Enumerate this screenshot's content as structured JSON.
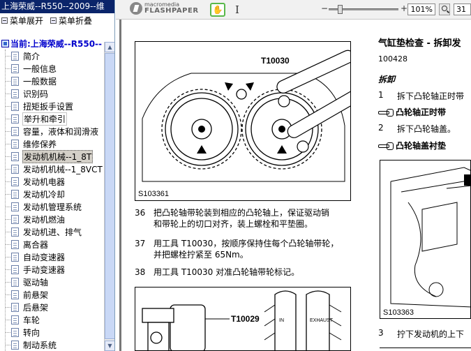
{
  "window": {
    "title": "上海荣威--R550--2009--维"
  },
  "menu_ops": {
    "expand": "菜单展开",
    "collapse": "菜单折叠"
  },
  "tree": {
    "current": "当前:上海荣威--R550--",
    "items": [
      {
        "label": "简介"
      },
      {
        "label": "一般信息"
      },
      {
        "label": "一般数据"
      },
      {
        "label": "识别码"
      },
      {
        "label": "扭矩扳手设置"
      },
      {
        "label": "举升和牵引"
      },
      {
        "label": "容量，液体和润滑液"
      },
      {
        "label": "维修保养"
      },
      {
        "label": "发动机机械--1_8T"
      },
      {
        "label": "发动机机械--1_8VCT"
      },
      {
        "label": "发动机电器"
      },
      {
        "label": "发动机冷却"
      },
      {
        "label": "发动机管理系统"
      },
      {
        "label": "发动机燃油"
      },
      {
        "label": "发动机进、排气"
      },
      {
        "label": "离合器"
      },
      {
        "label": "自动变速器"
      },
      {
        "label": "手动变速器"
      },
      {
        "label": "驱动轴"
      },
      {
        "label": "前悬架"
      },
      {
        "label": "后悬架"
      },
      {
        "label": "车轮"
      },
      {
        "label": "转向"
      },
      {
        "label": "制动系统"
      }
    ],
    "selected_index": 8,
    "boxed_index": 5
  },
  "toolbar": {
    "brand_top": "macromedia",
    "brand_bottom": "FLASHPAPER",
    "hand_glyph": "✋",
    "text_glyph": "I",
    "zoom_minus": "−",
    "zoom_plus": "+",
    "zoom": "101%",
    "page": "31"
  },
  "doc": {
    "fig1_label": "S103361",
    "fig1_tool": "T10030",
    "fig2_tool": "T10029",
    "fig2_in": "IN",
    "fig2_exhaust": "EXHAUST",
    "fig3_label": "S103363",
    "heading": "气缸垫检查 - 拆卸发",
    "code": "100428",
    "section": "拆卸",
    "steps_left": [
      {
        "num": "36",
        "text": "把凸轮轴带轮装到相应的凸轮轴上，保证驱动销\n和带轮上的切口对齐，装上螺栓和平垫圈。"
      },
      {
        "num": "37",
        "text": "用工具 T10030，按顺序保持住每个凸轮轴带轮，\n并把螺栓拧紧至 65Nm。"
      },
      {
        "num": "38",
        "text": "用工具 T10030 对准凸轮轴带轮标记。"
      }
    ],
    "r_step1_num": "1",
    "r_step1_text": "拆下凸轮轴正时带",
    "hint1": "凸轮轴正时带",
    "r_step2_num": "2",
    "r_step2_text": "拆下凸轮轴盖。",
    "hint2": "凸轮轴盖衬垫",
    "r_step3_num": "3",
    "r_step3_text": "拧下发动机的上下"
  },
  "colors": {
    "titlebar": "#0a246a",
    "current": "#0000cc",
    "accent_green": "#58b84a"
  }
}
